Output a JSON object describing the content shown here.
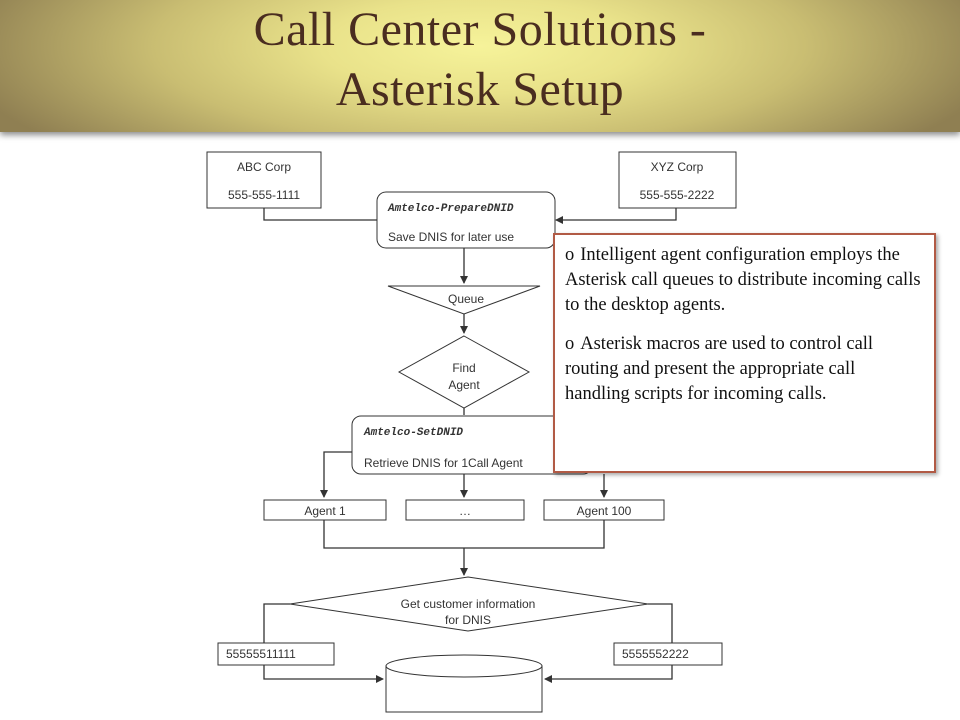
{
  "slide": {
    "title_line1": "Call Center Solutions -",
    "title_line2": "Asterisk Setup"
  },
  "diagram": {
    "company1_name": "ABC Corp",
    "company1_phone": "555-555-1111",
    "company2_name": "XYZ Corp",
    "company2_phone": "555-555-2222",
    "prepare_macro": "Amtelco-PrepareDNID",
    "prepare_desc": "Save DNIS for later use",
    "queue_label": "Queue",
    "find_agent_line1": "Find",
    "find_agent_line2": "Agent",
    "setdnid_macro": "Amtelco-SetDNID",
    "setdnid_desc": "Retrieve DNIS for 1Call Agent",
    "agent1": "Agent 1",
    "agent_ellipsis": "…",
    "agent100": "Agent 100",
    "lookup_line1": "Get customer information",
    "lookup_line2": "for DNIS",
    "dnis1": "55555511111",
    "dnis2": "5555552222"
  },
  "callout": {
    "bullet_symbol": "o",
    "bullet1": "Intelligent agent configuration employs the Asterisk call queues to distribute incoming calls to the desktop agents.",
    "bullet2": "Asterisk macros are used to control call routing and present the appropriate call handling scripts for incoming calls."
  },
  "colors": {
    "title_text": "#4a2d20",
    "callout_border": "#b15a45",
    "title_gradient_center": "#f6f39a",
    "title_gradient_edge": "#8f7f52"
  }
}
